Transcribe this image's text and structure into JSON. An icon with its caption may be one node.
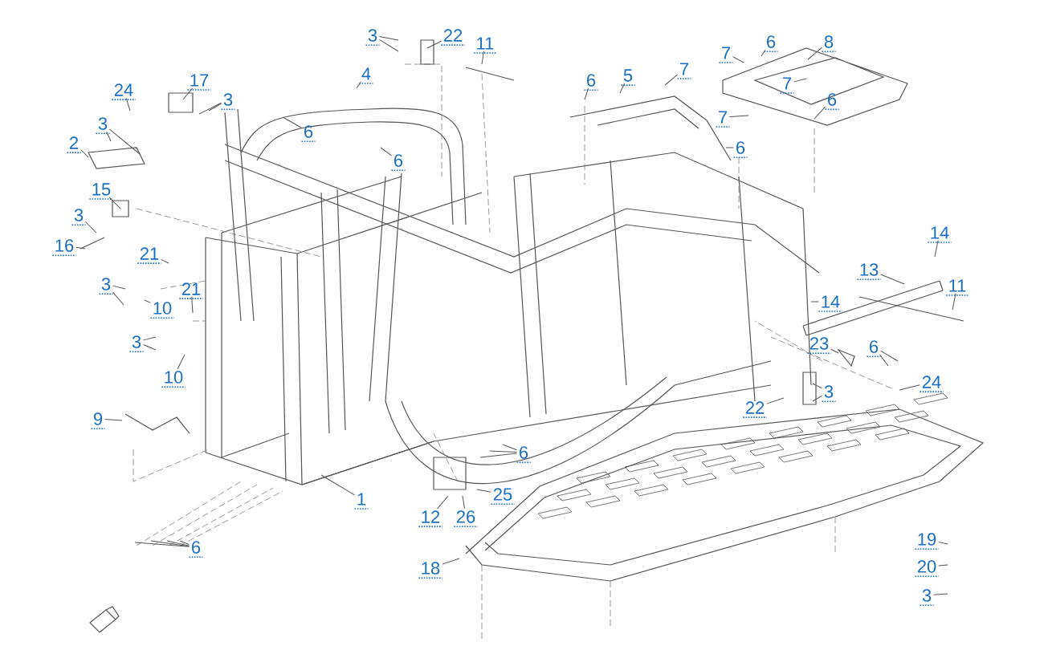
{
  "diagram": {
    "nodes": [
      {
        "text": [
          "3"
        ]
      },
      {
        "text": [
          "22"
        ]
      },
      {
        "text": [
          "11"
        ]
      },
      {
        "text": [
          "8"
        ]
      },
      {
        "text": [
          "6"
        ]
      },
      {
        "text": [
          "7"
        ]
      },
      {
        "text": [
          "4"
        ]
      },
      {
        "text": [
          "5"
        ]
      },
      {
        "text": [
          "7"
        ]
      },
      {
        "text": [
          "6"
        ]
      },
      {
        "text": [
          "17"
        ]
      },
      {
        "text": [
          "24"
        ]
      },
      {
        "text": [
          "7"
        ]
      },
      {
        "text": [
          "6"
        ]
      },
      {
        "text": [
          "3"
        ]
      },
      {
        "text": [
          "3"
        ]
      },
      {
        "text": [
          "7"
        ]
      },
      {
        "text": [
          "6"
        ]
      },
      {
        "text": [
          "2"
        ]
      },
      {
        "text": [
          "6"
        ]
      },
      {
        "text": [
          "6"
        ]
      },
      {
        "text": [
          "15"
        ]
      },
      {
        "text": [
          "3"
        ]
      },
      {
        "text": [
          "14"
        ]
      },
      {
        "text": [
          "16"
        ]
      },
      {
        "text": [
          "21"
        ]
      },
      {
        "text": [
          "13"
        ]
      },
      {
        "text": [
          "3"
        ]
      },
      {
        "text": [
          "21"
        ]
      },
      {
        "text": [
          "11"
        ]
      },
      {
        "text": [
          "14"
        ]
      },
      {
        "text": [
          "10"
        ]
      },
      {
        "text": [
          "3"
        ]
      },
      {
        "text": [
          "23"
        ]
      },
      {
        "text": [
          "6"
        ]
      },
      {
        "text": [
          "10"
        ]
      },
      {
        "text": [
          "24"
        ]
      },
      {
        "text": [
          "3"
        ]
      },
      {
        "text": [
          "22"
        ]
      },
      {
        "text": [
          "9"
        ]
      },
      {
        "text": [
          "6"
        ]
      },
      {
        "text": [
          "25"
        ]
      },
      {
        "text": [
          "1"
        ]
      },
      {
        "text": [
          "12"
        ]
      },
      {
        "text": [
          "26"
        ]
      },
      {
        "text": [
          "19"
        ]
      },
      {
        "text": [
          "6"
        ]
      },
      {
        "text": [
          "18"
        ]
      },
      {
        "text": [
          "20"
        ]
      },
      {
        "text": [
          "3"
        ]
      }
    ],
    "edges": [
      {
        "from": 0,
        "to": null,
        "arrow": "none"
      },
      {
        "from": 0,
        "to": null,
        "arrow": "none"
      },
      {
        "from": 1,
        "to": null,
        "arrow": "none"
      },
      {
        "from": 2,
        "to": null,
        "arrow": "none"
      },
      {
        "from": 3,
        "to": null,
        "arrow": "none"
      },
      {
        "from": 4,
        "to": null,
        "arrow": "none"
      },
      {
        "from": 5,
        "to": null,
        "arrow": "none"
      },
      {
        "from": 6,
        "to": null,
        "arrow": "none"
      },
      {
        "from": 7,
        "to": null,
        "arrow": "none"
      },
      {
        "from": 8,
        "to": null,
        "arrow": "none"
      },
      {
        "from": 9,
        "to": null,
        "arrow": "none"
      },
      {
        "from": 10,
        "to": null,
        "arrow": "none"
      },
      {
        "from": 11,
        "to": null,
        "arrow": "none"
      },
      {
        "from": 12,
        "to": null,
        "arrow": "none"
      },
      {
        "from": 13,
        "to": null,
        "arrow": "none"
      },
      {
        "from": 14,
        "to": null,
        "arrow": "none"
      },
      {
        "from": 14,
        "to": null,
        "arrow": "none"
      },
      {
        "from": 15,
        "to": null,
        "arrow": "none"
      },
      {
        "from": 15,
        "to": null,
        "arrow": "none"
      },
      {
        "from": 16,
        "to": null,
        "arrow": "none"
      },
      {
        "from": 17,
        "to": null,
        "arrow": "none"
      },
      {
        "from": 18,
        "to": null,
        "arrow": "none"
      },
      {
        "from": 19,
        "to": null,
        "arrow": "none"
      },
      {
        "from": 20,
        "to": null,
        "arrow": "none"
      },
      {
        "from": 21,
        "to": null,
        "arrow": "none"
      },
      {
        "from": 22,
        "to": null,
        "arrow": "none"
      },
      {
        "from": 23,
        "to": null,
        "arrow": "none"
      },
      {
        "from": 24,
        "to": null,
        "arrow": "none"
      },
      {
        "from": 25,
        "to": null,
        "arrow": "none"
      },
      {
        "from": 26,
        "to": null,
        "arrow": "none"
      },
      {
        "from": 27,
        "to": null,
        "arrow": "none"
      },
      {
        "from": 27,
        "to": null,
        "arrow": "none"
      },
      {
        "from": 28,
        "to": null,
        "arrow": "none"
      },
      {
        "from": 29,
        "to": null,
        "arrow": "none"
      },
      {
        "from": 30,
        "to": null,
        "arrow": "none"
      },
      {
        "from": 31,
        "to": null,
        "arrow": "none"
      },
      {
        "from": 32,
        "to": null,
        "arrow": "none"
      },
      {
        "from": 32,
        "to": null,
        "arrow": "none"
      },
      {
        "from": 33,
        "to": null,
        "arrow": "none"
      },
      {
        "from": 34,
        "to": null,
        "arrow": "none"
      },
      {
        "from": 34,
        "to": null,
        "arrow": "none"
      },
      {
        "from": 35,
        "to": null,
        "arrow": "none"
      },
      {
        "from": 36,
        "to": null,
        "arrow": "none"
      },
      {
        "from": 37,
        "to": null,
        "arrow": "none"
      },
      {
        "from": 37,
        "to": null,
        "arrow": "none"
      },
      {
        "from": 38,
        "to": null,
        "arrow": "none"
      },
      {
        "from": 39,
        "to": null,
        "arrow": "none"
      },
      {
        "from": 40,
        "to": null,
        "arrow": "none"
      },
      {
        "from": 40,
        "to": null,
        "arrow": "none"
      },
      {
        "from": 40,
        "to": null,
        "arrow": "none"
      },
      {
        "from": 41,
        "to": null,
        "arrow": "none"
      },
      {
        "from": 42,
        "to": null,
        "arrow": "none"
      },
      {
        "from": 43,
        "to": null,
        "arrow": "none"
      },
      {
        "from": 44,
        "to": null,
        "arrow": "none"
      },
      {
        "from": 45,
        "to": null,
        "arrow": "none"
      },
      {
        "from": 46,
        "to": null,
        "arrow": "none"
      },
      {
        "from": 46,
        "to": null,
        "arrow": "none"
      },
      {
        "from": 46,
        "to": null,
        "arrow": "none"
      },
      {
        "from": 46,
        "to": null,
        "arrow": "none"
      },
      {
        "from": 47,
        "to": null,
        "arrow": "none"
      },
      {
        "from": 48,
        "to": null,
        "arrow": "none"
      },
      {
        "from": 49,
        "to": null,
        "arrow": "none"
      }
    ]
  }
}
